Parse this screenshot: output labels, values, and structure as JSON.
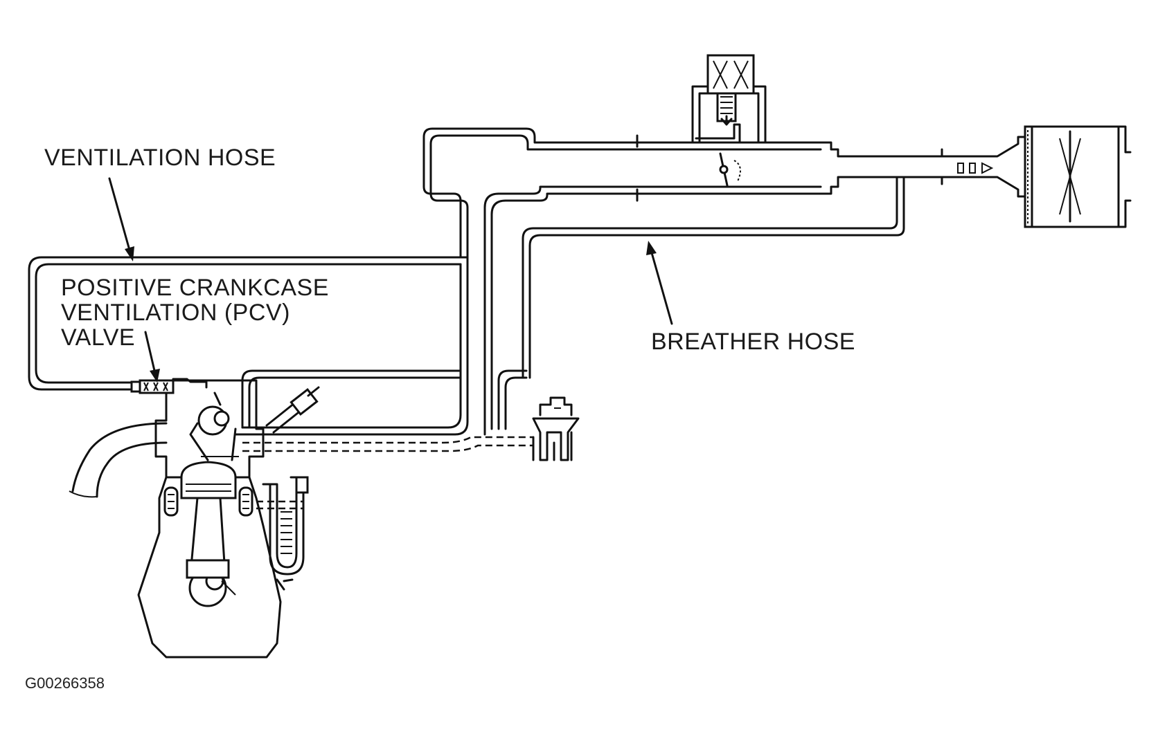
{
  "labels": {
    "ventilation_hose": "VENTILATION HOSE",
    "pcv_line1": "POSITIVE CRANKCASE",
    "pcv_line2": "VENTILATION (PCV)",
    "pcv_line3": "VALVE",
    "breather_hose": "BREATHER HOSE",
    "figure_code": "G00266358"
  },
  "colors": {
    "ink": "#111111",
    "background": "#ffffff"
  }
}
